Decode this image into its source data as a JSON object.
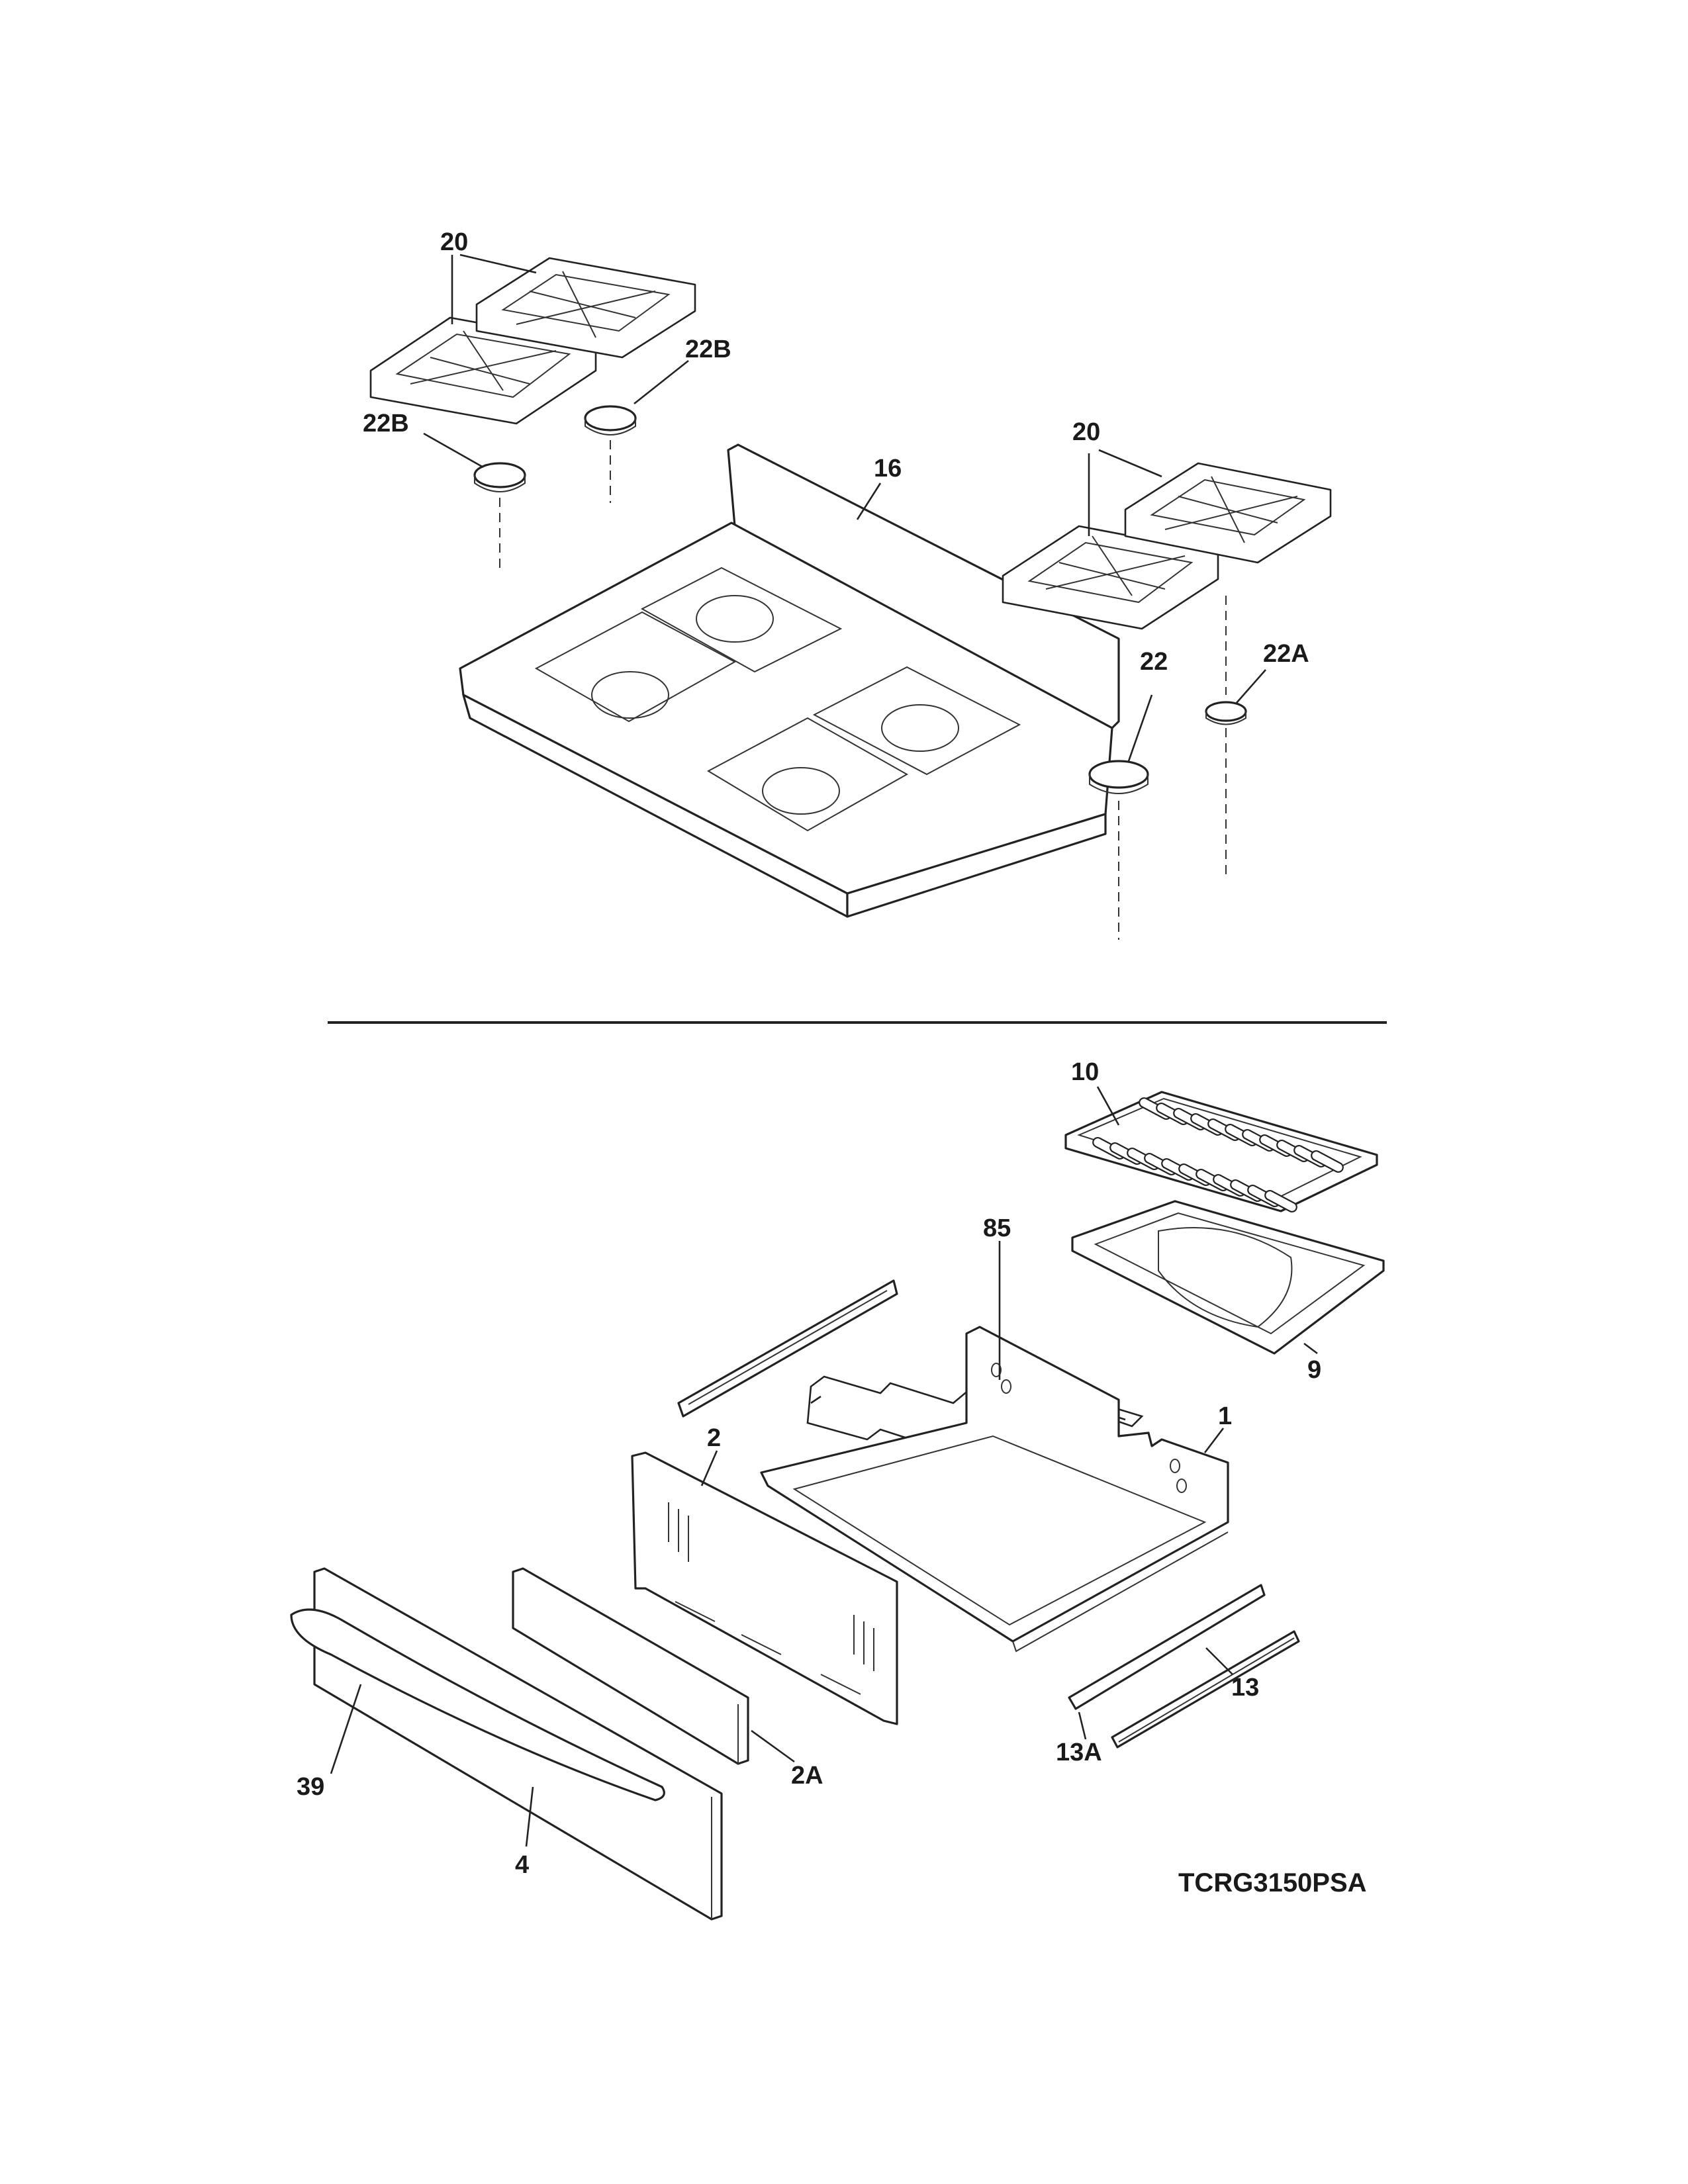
{
  "callouts": {
    "c20a": "20",
    "c22b_top": "22B",
    "c22b_left": "22B",
    "c16": "16",
    "c20b": "20",
    "c22": "22",
    "c22a": "22A",
    "c10": "10",
    "c85": "85",
    "c9": "9",
    "c1": "1",
    "c2": "2",
    "c13": "13",
    "c13a": "13A",
    "c39": "39",
    "c2a": "2A",
    "c4": "4"
  },
  "model_number": "TCRG3150PSA"
}
